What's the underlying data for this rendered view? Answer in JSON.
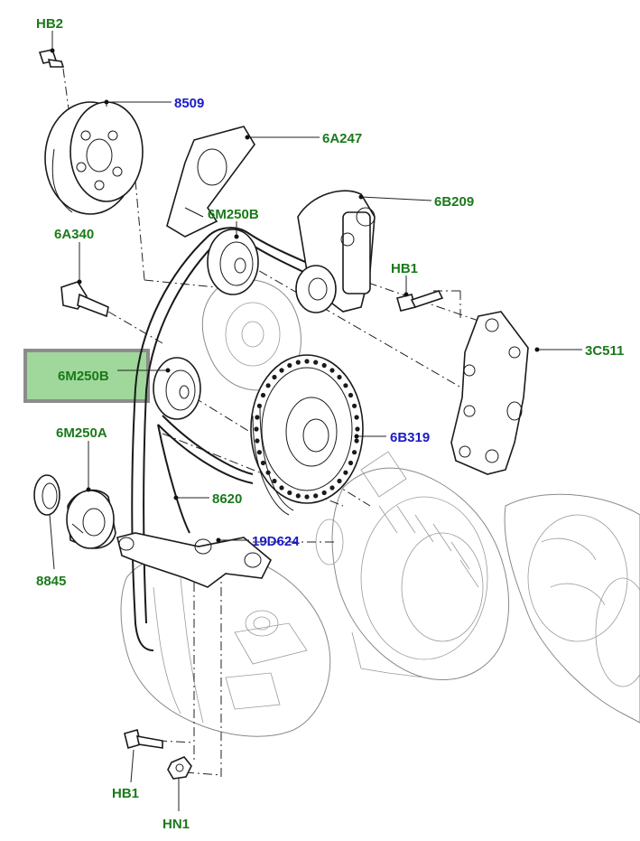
{
  "labels": [
    {
      "id": "hb2-top",
      "text": "HB2",
      "color": "#1a7a1a"
    },
    {
      "id": "p8509",
      "text": "8509",
      "color": "#1a1ac8"
    },
    {
      "id": "p6a247",
      "text": "6A247",
      "color": "#1a7a1a"
    },
    {
      "id": "p6b209",
      "text": "6B209",
      "color": "#1a7a1a"
    },
    {
      "id": "p6m250b-top",
      "text": "6M250B",
      "color": "#1a7a1a"
    },
    {
      "id": "p6a340",
      "text": "6A340",
      "color": "#1a7a1a"
    },
    {
      "id": "hb1-right",
      "text": "HB1",
      "color": "#1a7a1a"
    },
    {
      "id": "p3c511",
      "text": "3C511",
      "color": "#1a7a1a"
    },
    {
      "id": "p6m250b-highlight",
      "text": "6M250B",
      "color": "#1a7a1a"
    },
    {
      "id": "p6b319",
      "text": "6B319",
      "color": "#1a1ac8"
    },
    {
      "id": "p6m250a",
      "text": "6M250A",
      "color": "#1a7a1a"
    },
    {
      "id": "p8620",
      "text": "8620",
      "color": "#1a7a1a"
    },
    {
      "id": "p19d624",
      "text": "19D624",
      "color": "#1a1ac8"
    },
    {
      "id": "p8845",
      "text": "8845",
      "color": "#1a7a1a"
    },
    {
      "id": "hb1-bottom",
      "text": "HB1",
      "color": "#1a7a1a"
    },
    {
      "id": "hn1",
      "text": "HN1",
      "color": "#1a7a1a"
    }
  ],
  "highlight_color": "#9fd89a"
}
